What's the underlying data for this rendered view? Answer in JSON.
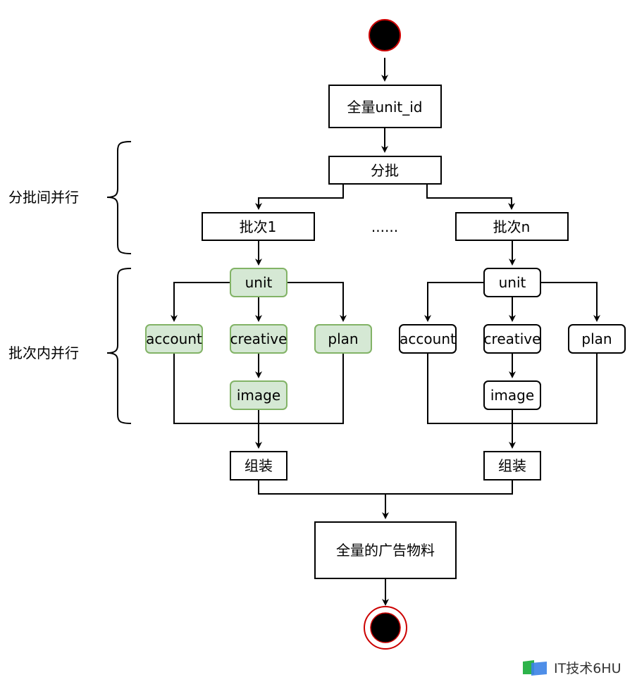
{
  "diagram": {
    "start_node": {
      "type": "initial-state"
    },
    "end_node": {
      "type": "final-state"
    },
    "nodes": {
      "all_unit_id": "全量unit_id",
      "batching": "分批",
      "batch_1": "批次1",
      "ellipsis": "......",
      "batch_n": "批次n",
      "assemble_1": "组装",
      "assemble_n": "组装",
      "result": "全量的广告物料"
    },
    "batch_1_group": {
      "style": "green",
      "unit": "unit",
      "account": "account",
      "creative": "creative",
      "plan": "plan",
      "image": "image"
    },
    "batch_n_group": {
      "style": "white",
      "unit": "unit",
      "account": "account",
      "creative": "creative",
      "plan": "plan",
      "image": "image"
    },
    "annotations": {
      "inter_batch": "分批间并行",
      "intra_batch": "批次内并行"
    },
    "colors": {
      "green_fill": "#d5e8d4",
      "green_stroke": "#82b366",
      "state_fill": "#000000",
      "state_stroke": "#cc0000"
    }
  },
  "watermark": {
    "text": "IT技术6HU"
  }
}
